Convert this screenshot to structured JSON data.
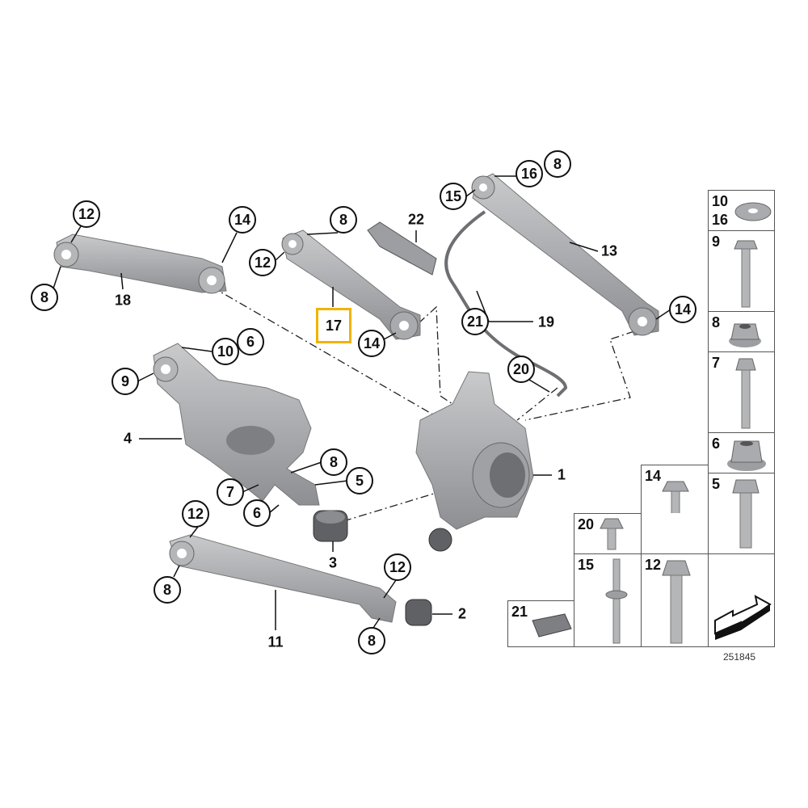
{
  "diagram_ref": "251845",
  "highlighted_part": "17",
  "callouts": {
    "arm18_12": "12",
    "arm18_8": "8",
    "arm18_label": "18",
    "arm18_14": "14",
    "arm17_8": "8",
    "arm17_12": "12",
    "arm17_label": "17",
    "arm17_14": "14",
    "bracket22": "22",
    "sensor21": "21",
    "sensor19": "19",
    "arm13_15": "15",
    "arm13_16": "16",
    "arm13_8": "8",
    "arm13_label": "13",
    "arm13_14": "14",
    "carrier_10": "10",
    "carrier_6": "6",
    "carrier_9": "9",
    "carrier_label": "4",
    "sensor_bolt_20": "20",
    "knuckle_label": "1",
    "carrier_8": "8",
    "carrier_5": "5",
    "carrier_7": "7",
    "carrier_6b": "6",
    "bushing3": "3",
    "arm11_12": "12",
    "arm11_8": "8",
    "arm11_label": "11",
    "arm11_12b": "12",
    "bushing2": "2",
    "arm11_8b": "8"
  },
  "fastener_table": [
    {
      "label": "10",
      "label2": "16",
      "part": "washer"
    },
    {
      "label": "9",
      "part": "bolt"
    },
    {
      "label": "8",
      "part": "nut"
    },
    {
      "label": "7",
      "part": "bolt"
    },
    {
      "label": "6",
      "part": "nut"
    },
    {
      "label": "5",
      "part": "bolt"
    },
    {
      "label": "14",
      "part": "bolt"
    },
    {
      "label": "12",
      "part": "bolt"
    },
    {
      "label": "20",
      "part": "bolt"
    },
    {
      "label": "15",
      "part": "stud"
    },
    {
      "label": "21",
      "part": "clip"
    }
  ]
}
